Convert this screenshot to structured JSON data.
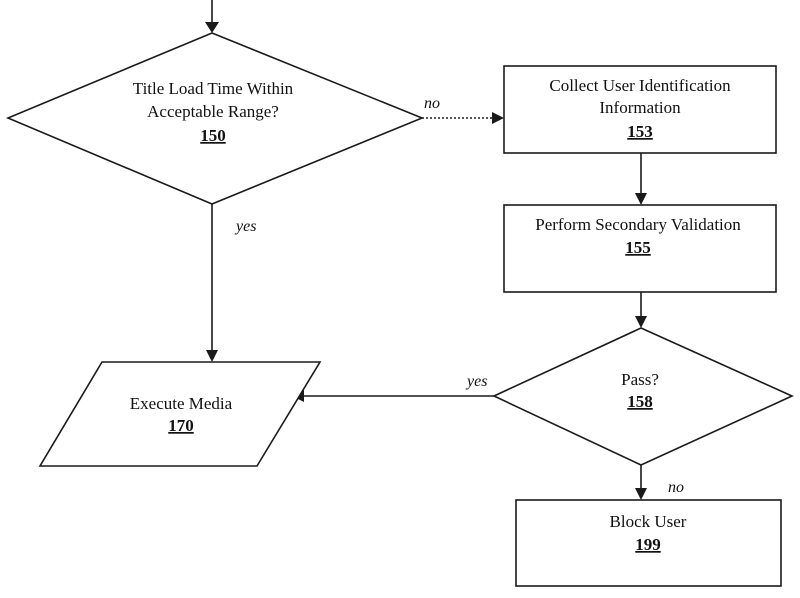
{
  "nodes": {
    "n150": {
      "line1": "Title Load Time Within",
      "line2": "Acceptable Range?",
      "ref": "150"
    },
    "n153": {
      "line1": "Collect User Identification",
      "line2": "Information",
      "ref": "153"
    },
    "n155": {
      "line1": "Perform Secondary Validation",
      "ref": "155"
    },
    "n158": {
      "line1": "Pass?",
      "ref": "158"
    },
    "n170": {
      "line1": "Execute Media",
      "ref": "170"
    },
    "n199": {
      "line1": "Block User",
      "ref": "199"
    }
  },
  "edges": {
    "e150_153": "no",
    "e150_170": "yes",
    "e158_170": "yes",
    "e158_199": "no"
  }
}
